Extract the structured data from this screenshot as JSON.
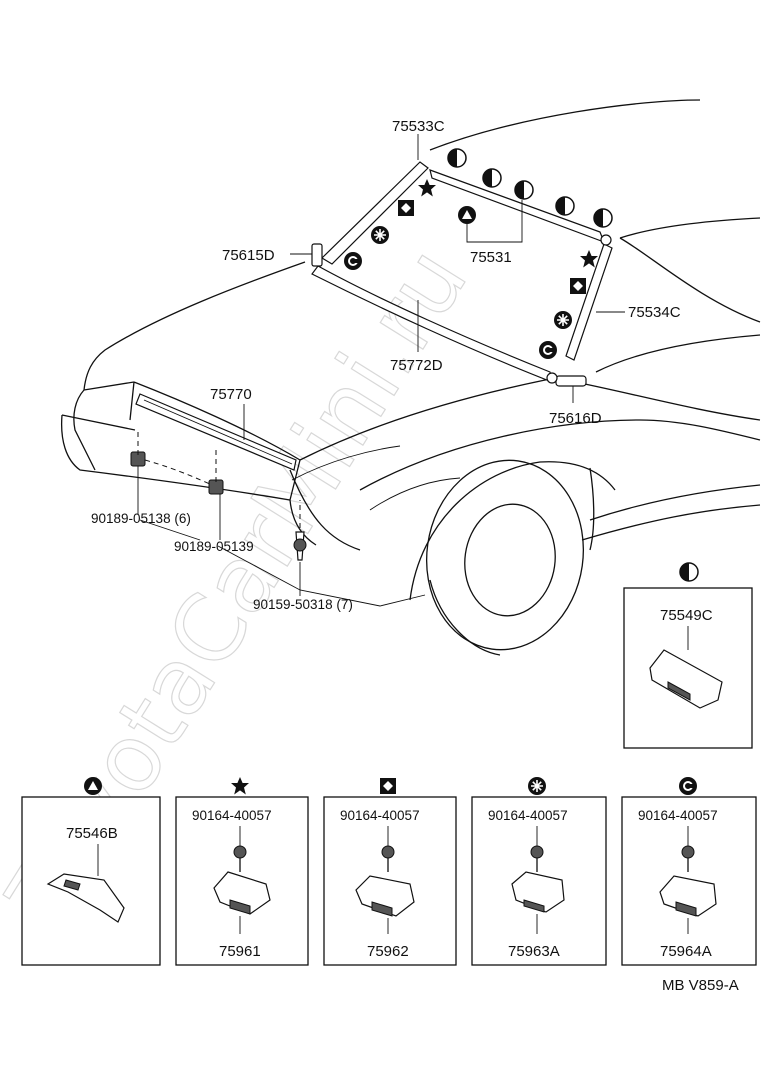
{
  "diagram": {
    "watermark": "ToyotaCarMini.ru",
    "ref_code": "MB  V859-A",
    "callouts": {
      "moulding_top": "75533C",
      "clip_left_upper": "75615D",
      "clip_set": "75531",
      "moulding_right": "75534C",
      "moulding_lower": "75772D",
      "clip_right_lower": "75616D",
      "cowl_moulding": "75770",
      "clip_a": "90189-05138 (6)",
      "clip_b": "90189-05139",
      "clip_c": "90159-50318 (7)"
    },
    "insets": {
      "half_circle": {
        "part": "75549C"
      },
      "triangle": {
        "part": "75546B"
      },
      "star": {
        "screw": "90164-40057",
        "part": "75961"
      },
      "diamond": {
        "screw": "90164-40057",
        "part": "75962"
      },
      "asterisk": {
        "screw": "90164-40057",
        "part": "75963A"
      },
      "ring": {
        "screw": "90164-40057",
        "part": "75964A"
      }
    },
    "symbols": [
      "half-circle-icon",
      "triangle-circle-icon",
      "star-icon",
      "diamond-square-icon",
      "asterisk-circle-icon",
      "ring-circle-icon"
    ]
  }
}
